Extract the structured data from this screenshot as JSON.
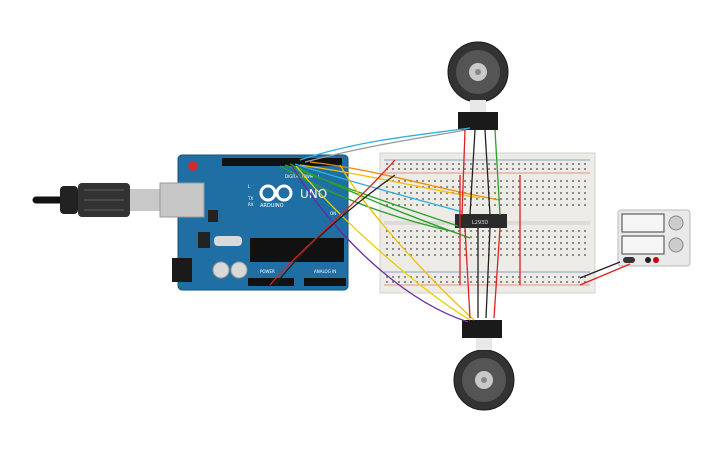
{
  "arduino": {
    "brand": "ARDUINO",
    "model": "UNO",
    "digital_label": "DIGITAL (PWM ~)",
    "analog_label": "ANALOG IN",
    "power_label": "POWER",
    "tx_label": "TX",
    "rx_label": "RX",
    "l_label": "L",
    "on_label": "ON"
  },
  "driver_chip": {
    "label": "L293D"
  },
  "colors": {
    "board": "#1f6fa5",
    "breadboard": "#ecebe6",
    "wire_red": "#e02020",
    "wire_black": "#222222",
    "wire_green": "#2aa02a",
    "wire_orange": "#f08a00",
    "wire_yellow": "#e6d000",
    "wire_cyan": "#2fb0e0",
    "wire_purple": "#6a2aa0",
    "wire_gray": "#999999"
  }
}
